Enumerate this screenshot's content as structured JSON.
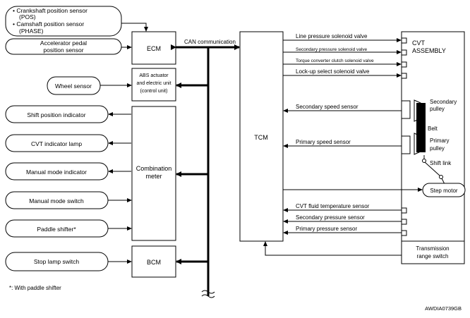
{
  "inputs": {
    "pos_line1": "• Crankshaft position sensor",
    "pos_line2": "(POS)",
    "phase_line1": "• Camshaft position sensor",
    "phase_line2": "(PHASE)",
    "accel_line1": "Accelerator pedal",
    "accel_line2": "position sensor",
    "wheel": "Wheel sensor",
    "shift_indicator": "Shift position indicator",
    "cvt_lamp": "CVT indicator lamp",
    "manual_indicator": "Manual mode indicator",
    "manual_switch": "Manual mode switch",
    "paddle": "Paddle shifter*",
    "stop_lamp": "Stop lamp switch"
  },
  "units": {
    "ecm": "ECM",
    "abs_line1": "ABS actuator",
    "abs_line2": "and electric unit",
    "abs_line3": "(control unit)",
    "combo_line1": "Combination",
    "combo_line2": "meter",
    "bcm": "BCM",
    "tcm": "TCM"
  },
  "bus_label": "CAN communication",
  "tcm_signals": {
    "line_pressure": "Line pressure solenoid valve",
    "secondary_pressure_valve": "Secondary pressure solenoid valve",
    "tcc_valve": "Torque converter clutch solenoid valve",
    "lockup_valve": "Lock-up select solenoid valve",
    "secondary_speed": "Secondary speed sensor",
    "primary_speed": "Primary speed sensor",
    "fluid_temp": "CVT fluid temperature sensor",
    "secondary_pressure_sensor": "Secondary pressure sensor",
    "primary_pressure_sensor": "Primary pressure sensor"
  },
  "cvt": {
    "title_line1": "CVT",
    "title_line2": "ASSEMBLY",
    "secondary_pulley_line1": "Secondary",
    "secondary_pulley_line2": "pulley",
    "belt": "Belt",
    "primary_pulley_line1": "Primary",
    "primary_pulley_line2": "pulley",
    "shift_link": "Shift link",
    "step_motor": "Step motor",
    "range_switch_line1": "Transmission",
    "range_switch_line2": "range switch"
  },
  "footnote": "*: With paddle shifter",
  "figure_code": "AWDIA0739GB"
}
